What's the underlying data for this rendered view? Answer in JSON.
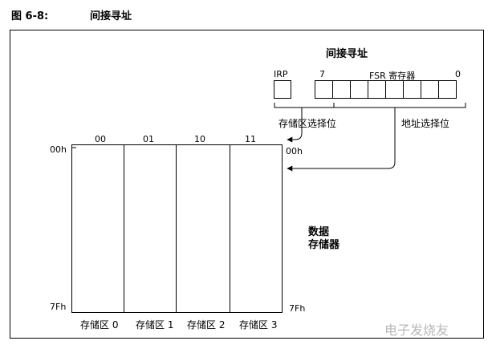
{
  "figure": {
    "id": "图 6-8:",
    "title": "间接寻址"
  },
  "diagram": {
    "heading": "间接寻址",
    "irp_label": "IRP",
    "fsr_bit_high": "7",
    "fsr_label": "FSR 寄存器",
    "fsr_bit_low": "0",
    "bank_select_label": "存储区选择位",
    "address_select_label": "地址选择位",
    "bank_codes": [
      "00",
      "01",
      "10",
      "11"
    ],
    "start_address_left": "00h",
    "start_address_right": "00h",
    "end_address_left": "7Fh",
    "end_address_right": "7Fh",
    "banks": [
      "存储区 0",
      "存储区 1",
      "存储区 2",
      "存储区 3"
    ],
    "memory_label_line1": "数据",
    "memory_label_line2": "存储器"
  },
  "watermark": "电子发烧友"
}
